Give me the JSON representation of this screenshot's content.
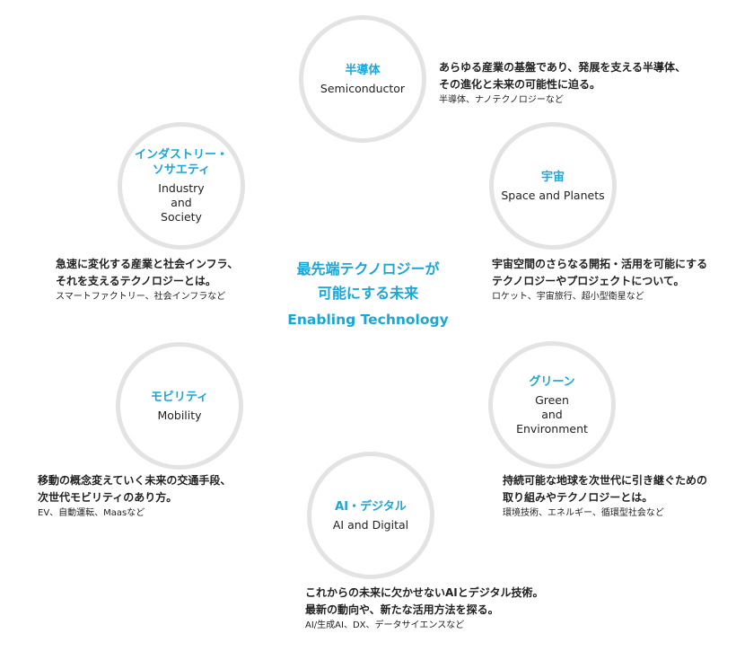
{
  "center": {
    "line1": "最先端テクノロジーが",
    "line2": "可能にする未来",
    "english": "Enabling Technology"
  },
  "topics": [
    {
      "id": "semiconductor",
      "jp": "半導体",
      "en": "Semiconductor",
      "desc1": "あらゆる産業の基盤であり、発展を支える半導体、",
      "desc2": "その進化と未来の可能性に迫る。",
      "examples": "半導体、ナノテクノロジーなど"
    },
    {
      "id": "space",
      "jp": "宇宙",
      "en": "Space and Planets",
      "desc1": "宇宙空間のさらなる開拓・活用を可能にする",
      "desc2": "テクノロジーやプロジェクトについて。",
      "examples": "ロケット、宇宙旅行、超小型衛星など"
    },
    {
      "id": "green",
      "jp": "グリーン",
      "en": "Green\nand\nEnvironment",
      "desc1": "持続可能な地球を次世代に引き継ぐための",
      "desc2": "取り組みやテクノロジーとは。",
      "examples": "環境技術、エネルギー、循環型社会など"
    },
    {
      "id": "ai",
      "jp": "AI・デジタル",
      "en": "AI and Digital",
      "desc1": "これからの未来に欠かせないAIとデジタル技術。",
      "desc2": "最新の動向や、新たな活用方法を探る。",
      "examples": "AI/生成AI、DX、データサイエンスなど"
    },
    {
      "id": "mobility",
      "jp": "モビリティ",
      "en": "Mobility",
      "desc1": "移動の概念変えていく未来の交通手段、",
      "desc2": "次世代モビリティのあり方。",
      "examples": "EV、自動運転、Maasなど"
    },
    {
      "id": "industry",
      "jp": "インダストリー・\nソサエティ",
      "en": "Industry\nand\nSociety",
      "desc1": "急速に変化する産業と社会インフラ、",
      "desc2": "それを支えるテクノロジーとは。",
      "examples": "スマートファクトリー、社会インフラなど"
    }
  ]
}
